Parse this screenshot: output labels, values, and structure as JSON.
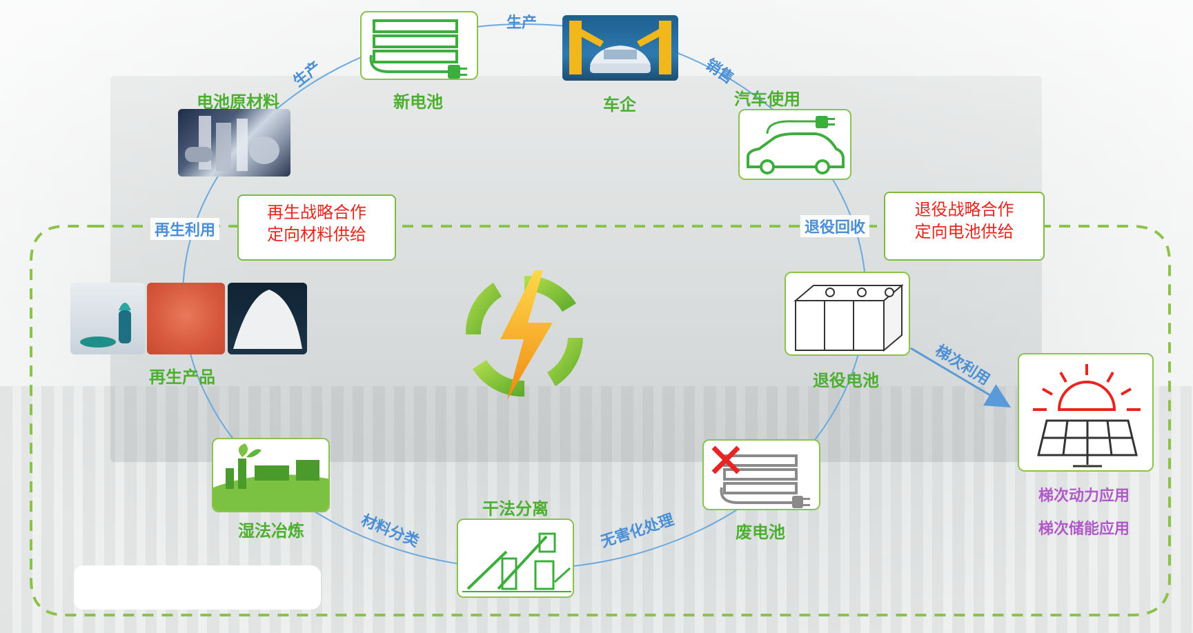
{
  "nodes": {
    "raw_materials": "电池原材料",
    "new_battery": "新电池",
    "car_maker": "车企",
    "car_use": "汽车使用",
    "retired_battery": "退役电池",
    "waste_battery": "废电池",
    "dry_separation": "干法分离",
    "wet_smelting": "湿法冶炼",
    "recycled_products": "再生产品"
  },
  "edges": {
    "produce_1": "生产",
    "produce_2": "生产",
    "sales": "销售",
    "retire_recycle": "退役回收",
    "cascade_use": "梯次利用",
    "harmless": "无害化处理",
    "sorting": "材料分类",
    "reuse": "再生利用"
  },
  "strategies": {
    "left": {
      "line1": "再生战略合作",
      "line2": "定向材料供给"
    },
    "right": {
      "line1": "退役战略合作",
      "line2": "定向电池供给"
    }
  },
  "applications": {
    "power": "梯次动力应用",
    "storage": "梯次储能应用"
  },
  "colors": {
    "green_label": "#4caf2f",
    "edge_blue": "#4a8fd6",
    "strategy_red": "#e8251d",
    "application_purple": "#b05ac8",
    "dashed_green": "#8bc34a"
  },
  "icons": {
    "center": "recycle-energy-icon",
    "waste_mark": "red-x-icon"
  }
}
